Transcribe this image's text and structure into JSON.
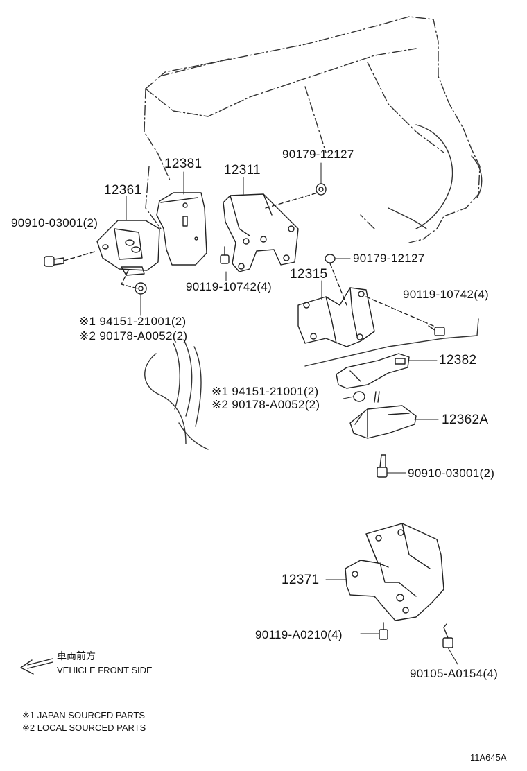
{
  "parts": {
    "p12381": "12381",
    "p12311": "12311",
    "p90179_top": "90179-12127",
    "p12361": "12361",
    "p90910_left": "90910-03001(2)",
    "p90179_right": "90179-12127",
    "p90119_107_mid": "90119-10742(4)",
    "p12315": "12315",
    "p90119_107_right": "90119-10742(4)",
    "p94151_left": "※1 94151-21001(2)",
    "p90178_left": "※2 90178-A0052(2)",
    "p12382": "12382",
    "p94151_right": "※1 94151-21001(2)",
    "p90178_right": "※2 90178-A0052(2)",
    "p12362a": "12362A",
    "p90910_right": "90910-03001(2)",
    "p12371": "12371",
    "p90119_a0210": "90119-A0210(4)",
    "p90105_a0154": "90105-A0154(4)"
  },
  "direction": {
    "jp_label": "車両前方",
    "en_label": "VEHICLE FRONT SIDE"
  },
  "footnotes": {
    "note1": "※1 JAPAN SOURCED PARTS",
    "note2": "※2 LOCAL SOURCED PARTS"
  },
  "figure_code": "11A645A"
}
